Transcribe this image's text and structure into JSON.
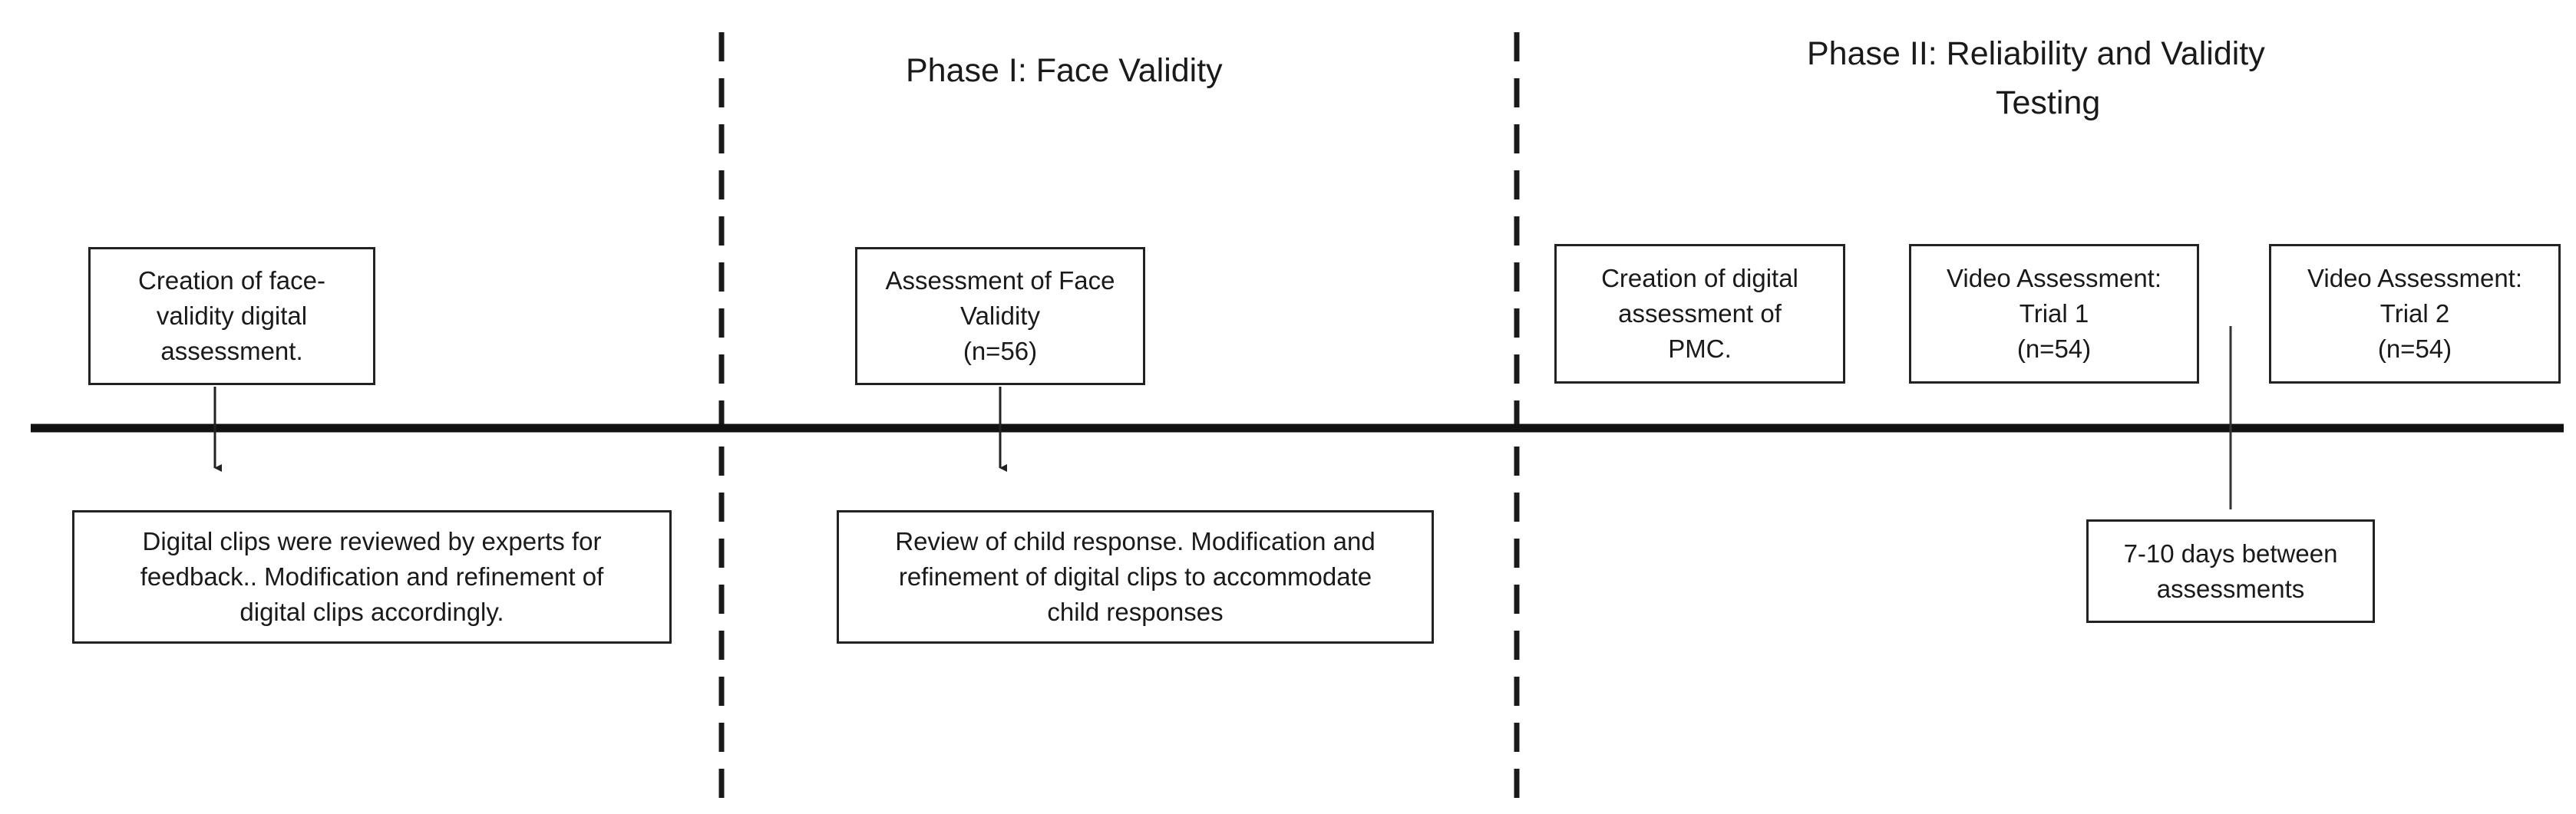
{
  "phase1": {
    "title": "Phase I: Face Validity"
  },
  "phase2": {
    "title_line1": "Phase II: Reliability and Validity",
    "title_line2": "Testing"
  },
  "boxes": {
    "creation_face": [
      "Creation of face-",
      "validity digital",
      "assessment."
    ],
    "review_experts": [
      "Digital clips were reviewed by experts for",
      "feedback.. Modification and refinement of",
      "digital clips accordingly."
    ],
    "assessment_face": [
      "Assessment of Face",
      "Validity",
      "(n=56)"
    ],
    "review_child": [
      "Review of child response. Modification and",
      "refinement of digital clips to accommodate",
      "child responses"
    ],
    "creation_pmc": [
      "Creation of digital",
      "assessment of",
      "PMC."
    ],
    "trial1": [
      "Video Assessment:",
      "Trial 1",
      "(n=54)"
    ],
    "trial2": [
      "Video Assessment:",
      "Trial 2",
      "(n=54)"
    ],
    "interval": [
      "7-10 days between",
      "assessments"
    ]
  }
}
